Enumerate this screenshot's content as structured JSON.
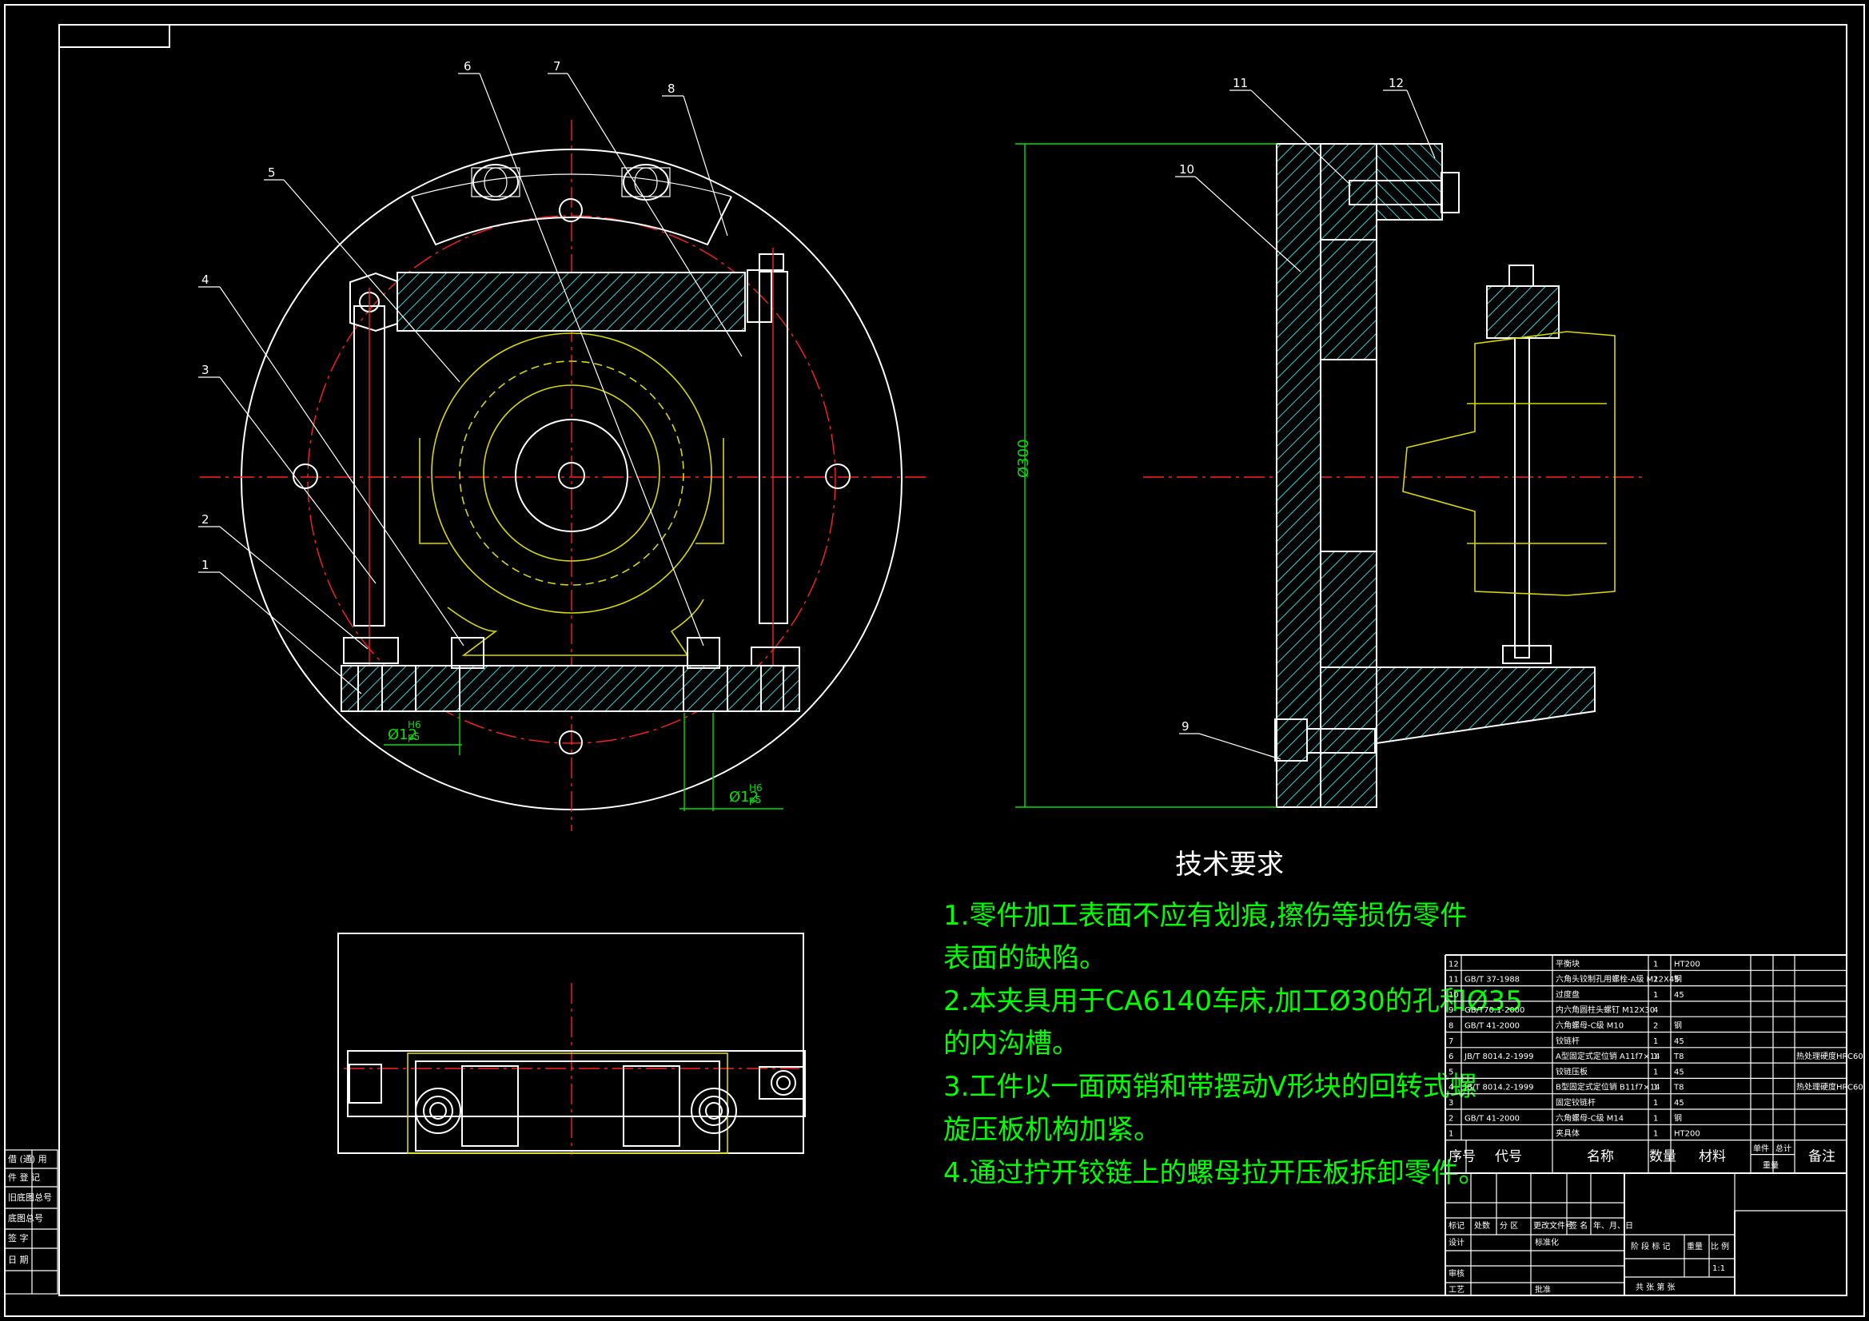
{
  "part_labels": [
    "1",
    "2",
    "3",
    "4",
    "5",
    "6",
    "7",
    "8",
    "9",
    "10",
    "11",
    "12"
  ],
  "dimensions": {
    "fit_left": "Ø12",
    "fit_left_upper": "H6",
    "fit_left_lower": "p5",
    "fit_right": "Ø12",
    "fit_right_upper": "H6",
    "fit_right_lower": "p5",
    "diameter": "Ø300"
  },
  "tech_requirements": {
    "title": "技术要求",
    "lines": [
      "1.零件加工表面不应有划痕,擦伤等损伤零件",
      "表面的缺陷。",
      "2.本夹具用于CA6140车床,加工Ø30的孔和Ø35",
      "的内沟槽。",
      "3.工件以一面两销和带摆动V形块的回转式螺",
      "旋压板机构加紧。",
      "4.通过拧开铰链上的螺母拉开压板拆卸零件。"
    ]
  },
  "bom": {
    "rows": [
      {
        "no": "12",
        "code": "",
        "name": "平衡块",
        "qty": "1",
        "material": "HT200",
        "note": ""
      },
      {
        "no": "11",
        "code": "GB/T 37-1988",
        "name": "六角头铰制孔用螺栓-A级 M12X45",
        "qty": "2",
        "material": "钢",
        "note": ""
      },
      {
        "no": "10",
        "code": "",
        "name": "过度盘",
        "qty": "1",
        "material": "45",
        "note": ""
      },
      {
        "no": "9",
        "code": "GB/T70.1-2000",
        "name": "内六角圆柱头螺钉 M12X30",
        "qty": "4",
        "material": "",
        "note": ""
      },
      {
        "no": "8",
        "code": "GB/T 41-2000",
        "name": "六角螺母-C级 M10",
        "qty": "2",
        "material": "钢",
        "note": ""
      },
      {
        "no": "7",
        "code": "",
        "name": "铰链杆",
        "qty": "1",
        "material": "45",
        "note": ""
      },
      {
        "no": "6",
        "code": "JB/T 8014.2-1999",
        "name": "A型固定式定位销 A11f7×14",
        "qty": "1",
        "material": "T8",
        "note": "热处理硬度HRC60"
      },
      {
        "no": "5",
        "code": "",
        "name": "铰链压板",
        "qty": "1",
        "material": "45",
        "note": ""
      },
      {
        "no": "4",
        "code": "JB/T 8014.2-1999",
        "name": "B型固定式定位销 B11f7×14",
        "qty": "1",
        "material": "T8",
        "note": "热处理硬度HRC60"
      },
      {
        "no": "3",
        "code": "",
        "name": "固定铰链杆",
        "qty": "1",
        "material": "45",
        "note": ""
      },
      {
        "no": "2",
        "code": "GB/T 41-2000",
        "name": "六角螺母-C级 M14",
        "qty": "1",
        "material": "钢",
        "note": ""
      },
      {
        "no": "1",
        "code": "",
        "name": "夹具体",
        "qty": "1",
        "material": "HT200",
        "note": ""
      }
    ],
    "header": {
      "no": "序号",
      "code": "代号",
      "name": "名称",
      "qty": "数量",
      "material": "材料",
      "single": "单件",
      "total": "总计",
      "weight": "重量",
      "note": "备注"
    }
  },
  "title_block": {
    "mark": "标记",
    "count": "处数",
    "zone": "分 区",
    "doc": "更改文件号",
    "sign": "签 名",
    "date": "年、月、日",
    "design": "设计",
    "std": "标准化",
    "review": "审核",
    "process": "工艺",
    "approve": "批准",
    "stage": "阶 段 标 记",
    "weight": "重量",
    "scale": "比 例",
    "scale_val": "1:1",
    "sheets": "共   张  第   张"
  },
  "left_strip": [
    "借 (通) 用",
    "件 登 记",
    "旧底图总号",
    "底图总号",
    "签  字",
    "日  期"
  ]
}
